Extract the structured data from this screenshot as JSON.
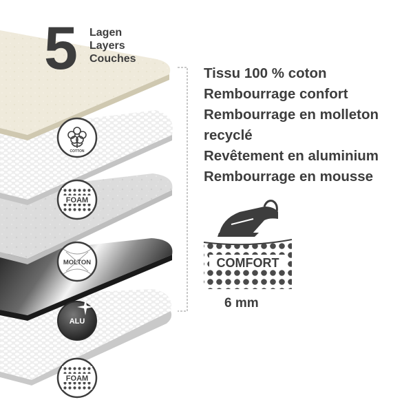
{
  "heading": {
    "number": "5",
    "words": [
      "Lagen",
      "Layers",
      "Couches"
    ]
  },
  "layers": [
    "Tissu 100 % coton",
    "Rembourrage confort",
    "Rembourrage en molleton",
    "recyclé",
    "Revêtement en aluminium",
    "Rembourrage en mousse"
  ],
  "badges": {
    "cotton": "COTTON",
    "foam_top": "FOAM",
    "molton": "MOLTON",
    "alu": "ALU",
    "foam_bottom": "FOAM"
  },
  "comfort": {
    "label": "COMFORT",
    "thickness": "6 mm"
  },
  "colors": {
    "text": "#3d3d3d",
    "cotton_layer": "#efeadb",
    "foam_layer": "#e9e9e9",
    "molton_layer": "#d8d8d8",
    "alu_dark": "#2a2a2a",
    "bracket": "#b5b5b5"
  },
  "icons": [
    "cotton-flower-icon",
    "iron-icon"
  ]
}
